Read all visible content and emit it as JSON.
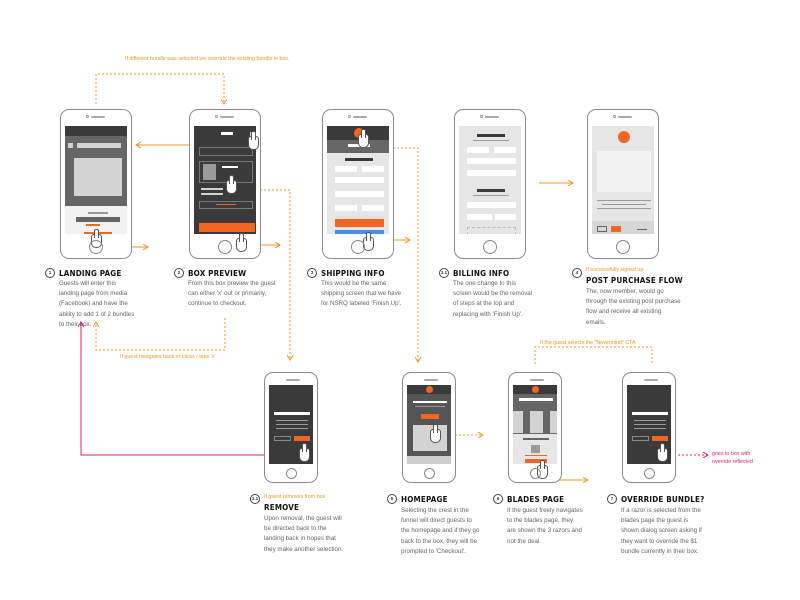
{
  "colors": {
    "accent": "#f26522",
    "annotation": "#f7941d",
    "red": "#e0245e",
    "secondary": "#4a90e2"
  },
  "steps": [
    {
      "badge": "1",
      "title": "LANDING PAGE",
      "desc": "Guests will enter this landing page from media (Facebook) and have the ability to add 1 of 2 bundles to their box."
    },
    {
      "badge": "2",
      "title": "BOX PREVIEW",
      "desc": "From this box preview the guest can either 'x' out or primarily, continue to checkout."
    },
    {
      "badge": "3",
      "title": "SHIPPING INFO",
      "desc": "This would be the same shipping screen that we have for NSRQ labeled 'Finish Up'."
    },
    {
      "badge": "3.1",
      "title": "BILLING INFO",
      "desc": "The one change to this screen would be the removal of steps at the top and replacing with 'Finish Up'."
    },
    {
      "badge": "4",
      "pre": "If successfully signed up",
      "title": "POST PURCHASE FLOW",
      "desc": "The, now member, would go through the existing post purchase flow and receive all existing emails."
    },
    {
      "badge": "2.1",
      "pre": "If guest removes from box",
      "title": "REMOVE",
      "desc": "Upon removal, the guest will be directed back to the landing back in hopes that they make another selection."
    },
    {
      "badge": "5",
      "title": "HOMEPAGE",
      "desc": "Selecting the crest in the funnel will direct guests to the homepage and if they go back to the box, they will be prompted to 'Checkout'."
    },
    {
      "badge": "6",
      "title": "BLADES PAGE",
      "desc": "If the guest freely navigates to the blades page, they are shown the 3 razors and not the deal."
    },
    {
      "badge": "7",
      "title": "OVERRIDE BUNDLE?",
      "desc": "If a razor is selected from the blades page the guest is shown dialog screen asking if they want to override the $1 bundle currently in their box."
    }
  ],
  "annotations": {
    "different_bundle": "If different bundle was selected we override the existing bundle in box.",
    "navigates_back": "If guest navigates back or clicks / taps 'x'",
    "nevermind": "If the guest selects the \"Nevermind\" CTA",
    "override_reflected": "goes to box with override reflected"
  }
}
